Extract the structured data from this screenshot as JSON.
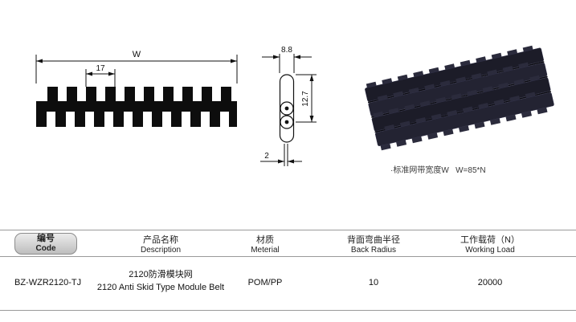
{
  "front_view": {
    "width_label": "W",
    "pitch_label": "17"
  },
  "side_view": {
    "width_label": "8.8",
    "height_label": "12.7",
    "thickness_label": "2"
  },
  "photo_note": "·标准网带宽度W   W=85*N",
  "table": {
    "headers": {
      "code": {
        "zh": "编号",
        "en": "Code"
      },
      "description": {
        "zh": "产品名称",
        "en": "Description"
      },
      "material": {
        "zh": "材质",
        "en": "Meterial"
      },
      "back_radius": {
        "zh": "背面弯曲半径",
        "en": "Back Radius"
      },
      "working_load": {
        "zh": "工作载荷（N）",
        "en": "Working Load"
      }
    },
    "row": {
      "code": "BZ-WZR2120-TJ",
      "description_zh": "2120防滑模块网",
      "description_en": "2120 Anti Skid Type Module Belt",
      "material": "POM/PP",
      "back_radius": "10",
      "working_load": "20000"
    }
  }
}
